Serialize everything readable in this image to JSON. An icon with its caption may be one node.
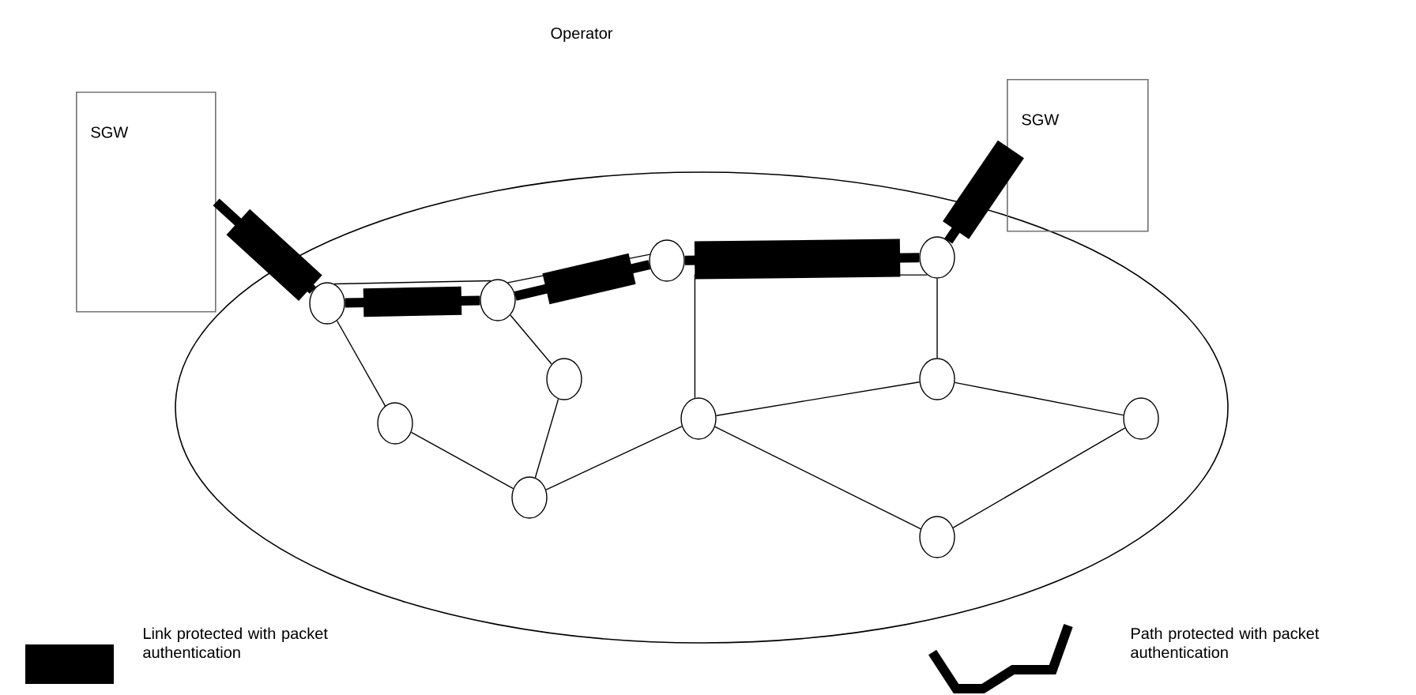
{
  "diagram": {
    "title": "Operator",
    "nodes": [
      {
        "text": [],
        "shape": "ellipse"
      },
      {
        "text": [
          "SGW"
        ]
      },
      {
        "text": [
          "SGW"
        ]
      },
      {
        "text": [],
        "shape": "circle",
        "in": 0
      },
      {
        "text": [],
        "shape": "circle",
        "in": 0
      },
      {
        "text": [],
        "shape": "circle",
        "in": 0
      },
      {
        "text": [],
        "shape": "circle",
        "in": 0
      },
      {
        "text": [],
        "shape": "circle",
        "in": 0
      },
      {
        "text": [],
        "shape": "circle",
        "in": 0
      },
      {
        "text": [],
        "shape": "circle",
        "in": 0
      },
      {
        "text": [],
        "shape": "circle",
        "in": 0
      },
      {
        "text": [],
        "shape": "circle",
        "in": 0
      },
      {
        "text": [],
        "shape": "circle",
        "in": 0
      },
      {
        "text": [],
        "shape": "circle",
        "in": 0
      }
    ],
    "edges": [
      {
        "from": 1,
        "to": 3,
        "arrow": "none",
        "style": "thick"
      },
      {
        "from": 3,
        "to": 4,
        "arrow": "none",
        "style": "thick"
      },
      {
        "from": 4,
        "to": 5,
        "arrow": "none",
        "style": "thick"
      },
      {
        "from": 5,
        "to": 6,
        "arrow": "none",
        "style": "thick"
      },
      {
        "from": 6,
        "to": 2,
        "arrow": "none",
        "style": "thick"
      },
      {
        "from": 3,
        "to": 4,
        "arrow": "none"
      },
      {
        "from": 4,
        "to": 5,
        "arrow": "none"
      },
      {
        "from": 3,
        "to": 8,
        "arrow": "none"
      },
      {
        "from": 4,
        "to": 7,
        "arrow": "none"
      },
      {
        "from": 7,
        "to": 12,
        "arrow": "none"
      },
      {
        "from": 8,
        "to": 12,
        "arrow": "none"
      },
      {
        "from": 12,
        "to": 9,
        "arrow": "none"
      },
      {
        "from": 9,
        "to": 6,
        "arrow": "none"
      },
      {
        "from": 6,
        "to": 10,
        "arrow": "none"
      },
      {
        "from": 9,
        "to": 10,
        "arrow": "none"
      },
      {
        "from": 9,
        "to": 13,
        "arrow": "none"
      },
      {
        "from": 10,
        "to": 11,
        "arrow": "none"
      },
      {
        "from": 11,
        "to": 13,
        "arrow": "none"
      }
    ],
    "legend": [
      {
        "text": "Link protected with packet authentication",
        "color": "#000000"
      },
      {
        "text": "Path protected with packet authentication"
      }
    ]
  }
}
